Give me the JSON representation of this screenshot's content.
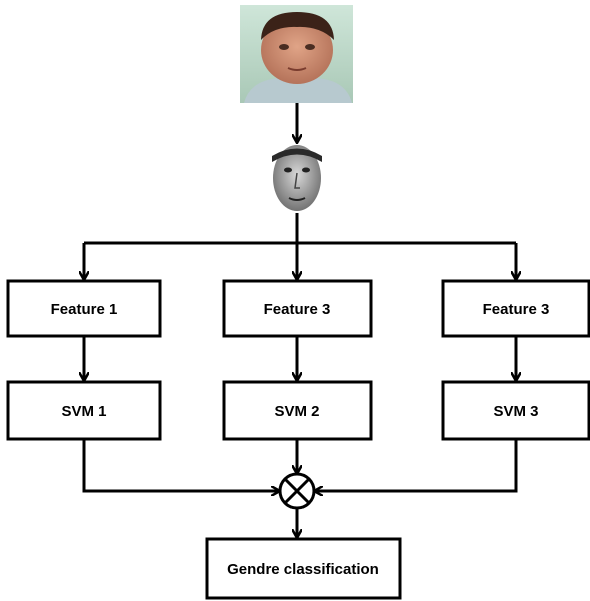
{
  "diagram": {
    "input_photo": "color face photo of a man",
    "aligned_face": "grayscale cropped face",
    "features": [
      {
        "label": "Feature 1"
      },
      {
        "label": "Feature 3"
      },
      {
        "label": "Feature 3"
      }
    ],
    "classifiers": [
      {
        "label": "SVM 1"
      },
      {
        "label": "SVM 2"
      },
      {
        "label": "SVM 3"
      }
    ],
    "fusion_symbol": "⊗",
    "output": {
      "label": "Gendre classification"
    }
  }
}
